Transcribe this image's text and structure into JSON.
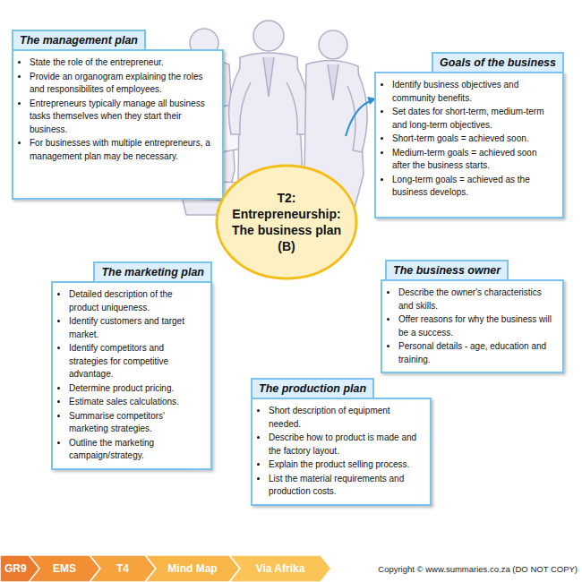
{
  "diagram": {
    "nodes": [
      {
        "text": [
          "The management plan",
          "State the role of the entrepreneur.",
          "Provide an organogram explaining the roles and responsibilites of employees.",
          "Entrepreneurs typically manage all business tasks themselves when they start their business.",
          "For businesses with multiple entrepreneurs, a management plan may be necessary."
        ]
      },
      {
        "text": [
          "Goals of the business",
          "Identify business objectives and community benefits.",
          "Set dates for short-term, medium-term and long-term objectives.",
          "Short-term goals = achieved soon.",
          "Medium-term goals = achieved soon after the business starts.",
          "Long-term goals = achieved as the business develops."
        ]
      },
      {
        "text": [
          "T2: Entrepreneurship: The business plan (B)"
        ]
      },
      {
        "text": [
          "The marketing plan",
          "Detailed description of the product uniqueness.",
          "Identify customers and target market.",
          "Identify competitors and strategies for competitive advantage.",
          "Determine product pricing.",
          "Estimate sales calculations.",
          "Summarise competitors' marketing strategies.",
          "Outline the marketing campaign/strategy."
        ]
      },
      {
        "text": [
          "The business owner",
          "Describe the owner's characteristics and skills.",
          "Offer reasons for why the business will be a success.",
          "Personal details - age, education and training."
        ]
      },
      {
        "text": [
          "The production plan",
          "Short description of equipment needed.",
          "Describe how to product is made and the factory layout.",
          "Explain the product selling process.",
          "List the material requirements and production costs."
        ]
      },
      {
        "text": [
          "GR9"
        ]
      },
      {
        "text": [
          "EMS"
        ]
      },
      {
        "text": [
          "T4"
        ]
      },
      {
        "text": [
          "Mind Map"
        ]
      },
      {
        "text": [
          "Via Afrika"
        ]
      }
    ],
    "labels": [
      "Copyright © www.summaries.co.za (DO NOT COPY)"
    ]
  }
}
